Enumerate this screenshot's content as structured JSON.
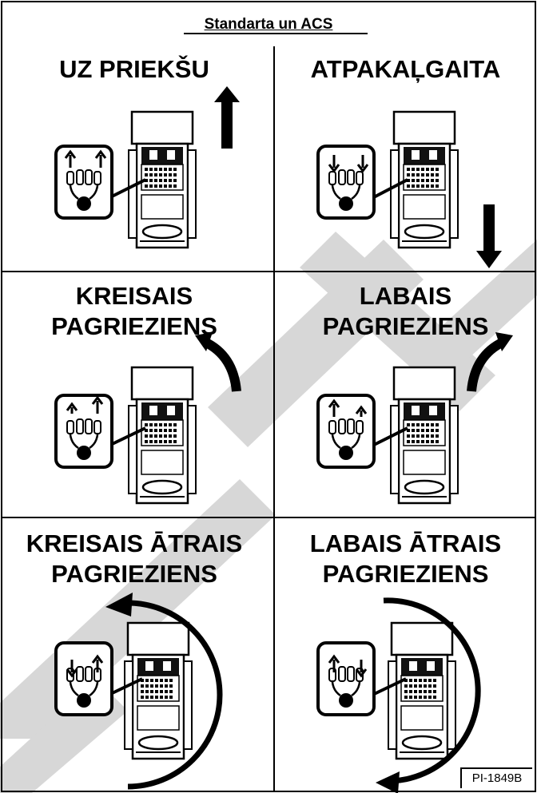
{
  "header": {
    "title": "Standarta un ACS"
  },
  "cells": [
    {
      "lines": [
        "UZ PRIEKŠU"
      ]
    },
    {
      "lines": [
        "ATPAKAĻGAITA"
      ]
    },
    {
      "lines": [
        "KREISAIS",
        "PAGRIEZIENS"
      ]
    },
    {
      "lines": [
        "LABAIS",
        "PAGRIEZIENS"
      ]
    },
    {
      "lines": [
        "KREISAIS ĀTRAIS",
        "PAGRIEZIENS"
      ]
    },
    {
      "lines": [
        "LABAIS ĀTRAIS",
        "PAGRIEZIENS"
      ]
    }
  ],
  "watermark": "RENT",
  "figure_id": "PI-1849B"
}
